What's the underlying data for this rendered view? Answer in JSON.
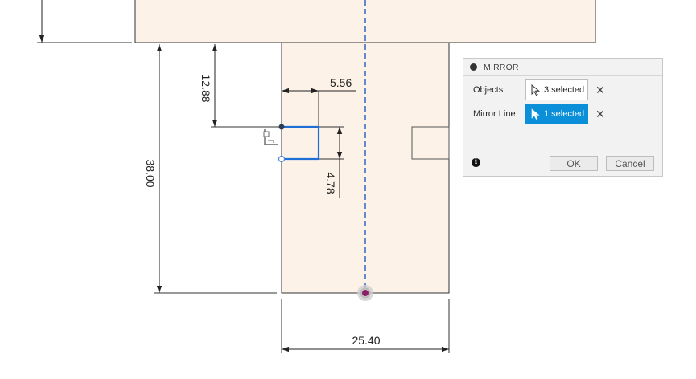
{
  "sketch": {
    "dimensions": {
      "d1": "12.88",
      "d2": "5.56",
      "d3": "38.00",
      "d4": "4.78",
      "d5": "25.40"
    }
  },
  "mirror": {
    "title": "MIRROR",
    "objects_label": "Objects",
    "objects_value": "3 selected",
    "mirror_line_label": "Mirror Line",
    "mirror_line_value": "1 selected",
    "clear_glyph": "✕",
    "info_glyph": "i",
    "ok_label": "OK",
    "cancel_label": "Cancel"
  },
  "colors": {
    "part_fill": "#fcf2e8",
    "outline": "#333333",
    "centerline": "#3b6fc4",
    "selected_sketch": "#1f6fd6",
    "accent_button": "#0a8fd8"
  },
  "icons": [
    "cursor-arrow-icon",
    "close-icon",
    "info-icon",
    "collapse-icon",
    "coincident-constraint-icon"
  ]
}
